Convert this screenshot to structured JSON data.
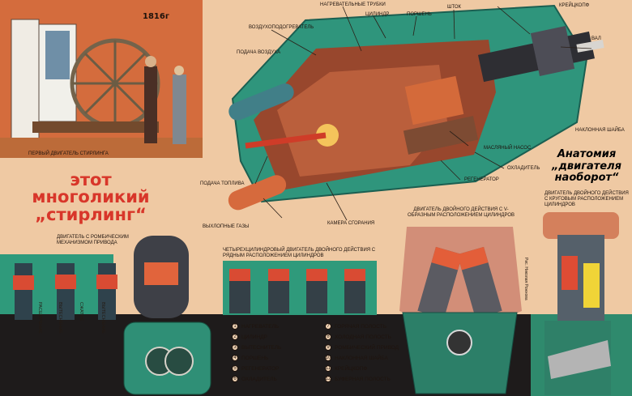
{
  "year": "1816г",
  "first_engine_caption": "ПЕРВЫЙ ДВИГАТЕЛЬ СТИРЛИНГА",
  "headline": [
    "этот",
    "многоликий",
    "„стирлинг“"
  ],
  "anatomy_title": [
    "Анатомия",
    "„двигателя",
    "наоборот“"
  ],
  "author": "Рис. Николая Рожнова",
  "top_labels": [
    {
      "id": "air-heater",
      "text": "ВОЗДУХОПОДОГРЕВАТЕЛЬ"
    },
    {
      "id": "heater-tubes",
      "text": "НАГРЕВАТЕЛЬНЫЕ ТРУБКИ"
    },
    {
      "id": "cylinder",
      "text": "ЦИЛИНДР"
    },
    {
      "id": "piston",
      "text": "ПОРШЕНЬ"
    },
    {
      "id": "rod",
      "text": "ШТОК"
    },
    {
      "id": "crosshead",
      "text": "КРЕЙЦКОПФ"
    },
    {
      "id": "shaft",
      "text": "ВАЛ"
    },
    {
      "id": "air-supply",
      "text": "ПОДАЧА ВОЗДУХА"
    },
    {
      "id": "swash-plate",
      "text": "НАКЛОННАЯ ШАЙБА"
    },
    {
      "id": "oil-pump",
      "text": "МАСЛЯНЫЙ НАСОС"
    },
    {
      "id": "cooler",
      "text": "ОХЛАДИТЕЛЬ"
    },
    {
      "id": "regenerator",
      "text": "РЕГЕНЕРАТОР"
    },
    {
      "id": "fuel-supply",
      "text": "ПОДАЧА ТОПЛИВА"
    },
    {
      "id": "exhaust",
      "text": "ВЫХЛОПНЫЕ ГАЗЫ"
    },
    {
      "id": "combustion",
      "text": "КАМЕРА СГОРАНИЯ"
    }
  ],
  "section_captions": {
    "rhombic": "ДВИГАТЕЛЬ С РОМБИЧЕСКИМ МЕХАНИЗМОМ ПРИВОДА",
    "four_cyl": "ЧЕТЫРЕХЦИЛИНДРОВЫЙ ДВИГАТЕЛЬ ДВОЙНОГО ДЕЙСТВИЯ С РЯДНЫМ РАСПОЛОЖЕНИЕМ ЦИЛИНДРОВ",
    "v_engine": "ДВИГАТЕЛЬ ДВОЙНОГО ДЕЙСТВИЯ С V-ОБРАЗНЫМ РАСПОЛОЖЕНИЕМ ЦИЛИНДРОВ",
    "radial": "ДВИГАТЕЛЬ ДВОЙНОГО ДЕЙСТВИЯ С КРУГОВЫМ РАСПОЛОЖЕНИЕМ ЦИЛИНДРОВ"
  },
  "phase_labels": [
    "РАСШИРЕНИЕ",
    "ВЫТЕСНЕНИЕ",
    "СЖАТИЕ",
    "ВЫТЕСНЕНИЕ"
  ],
  "legend_left": [
    {
      "n": "1",
      "text": "НАГРЕВАТЕЛЬ"
    },
    {
      "n": "2",
      "text": "ЦИЛИНДР"
    },
    {
      "n": "3",
      "text": "ВЫТЕСНИТЕЛЬ"
    },
    {
      "n": "4",
      "text": "ПОРШЕНЬ"
    },
    {
      "n": "5",
      "text": "РЕГЕНЕРАТОР"
    },
    {
      "n": "6",
      "text": "ОХЛАДИТЕЛЬ"
    }
  ],
  "legend_right": [
    {
      "n": "7",
      "text": "ГОРЯЧАЯ ПОЛОСТЬ"
    },
    {
      "n": "8",
      "text": "ХОЛОДНАЯ ПОЛОСТЬ"
    },
    {
      "n": "9",
      "text": "РОМБИЧЕСКИЙ ПРИВОД"
    },
    {
      "n": "10",
      "text": "НАКЛОННАЯ ШАЙБА"
    },
    {
      "n": "11",
      "text": "КРЕЙЦКОПФ"
    },
    {
      "n": "12",
      "text": "БУФЕРНАЯ ПОЛОСТЬ"
    }
  ],
  "colors": {
    "paper": "#efc9a3",
    "teal": "#24816f",
    "red": "#d8362a",
    "dark": "#1e1b1b"
  }
}
